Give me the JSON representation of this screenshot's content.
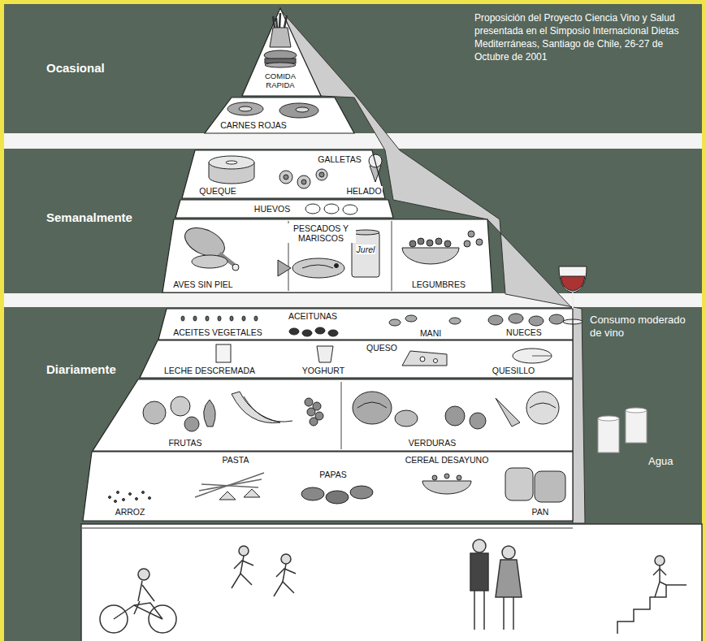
{
  "diagram": {
    "caption": "Proposición del Proyecto Ciencia Vino y Salud presentada en el Simposio Internacional Dietas Mediterráneas, Santiago de Chile, 26-27 de Octubre de 2001",
    "nodes": [
      {
        "text": [
          "Ocasional"
        ]
      },
      {
        "text": [
          "COMIDA RAPIDA"
        ],
        "in": 0
      },
      {
        "text": [
          "CARNES ROJAS"
        ],
        "in": 0
      },
      {
        "text": [
          "Semanalmente"
        ]
      },
      {
        "text": [
          "GALLETAS",
          "QUEQUE",
          "HELADO"
        ],
        "in": 3
      },
      {
        "text": [
          "HUEVOS"
        ],
        "in": 3
      },
      {
        "text": [
          "PESCADOS Y MARISCOS",
          "Jurel",
          "AVES SIN PIEL",
          "LEGUMBRES"
        ],
        "in": 3
      },
      {
        "text": [
          "Diariamente"
        ]
      },
      {
        "text": [
          "ACEITUNAS",
          "ACEITES VEGETALES",
          "MANI",
          "NUECES"
        ],
        "in": 7
      },
      {
        "text": [
          "QUESO",
          "LECHE DESCREMADA",
          "YOGHURT",
          "QUESILLO"
        ],
        "in": 7
      },
      {
        "text": [
          "FRUTAS",
          "VERDURAS"
        ],
        "in": 7
      },
      {
        "text": [
          "PASTA",
          "PAPAS",
          "CEREAL DESAYUNO",
          "ARROZ",
          "PAN"
        ],
        "in": 7
      }
    ],
    "labels": [
      "Consumo moderado de vino",
      "Agua"
    ]
  }
}
